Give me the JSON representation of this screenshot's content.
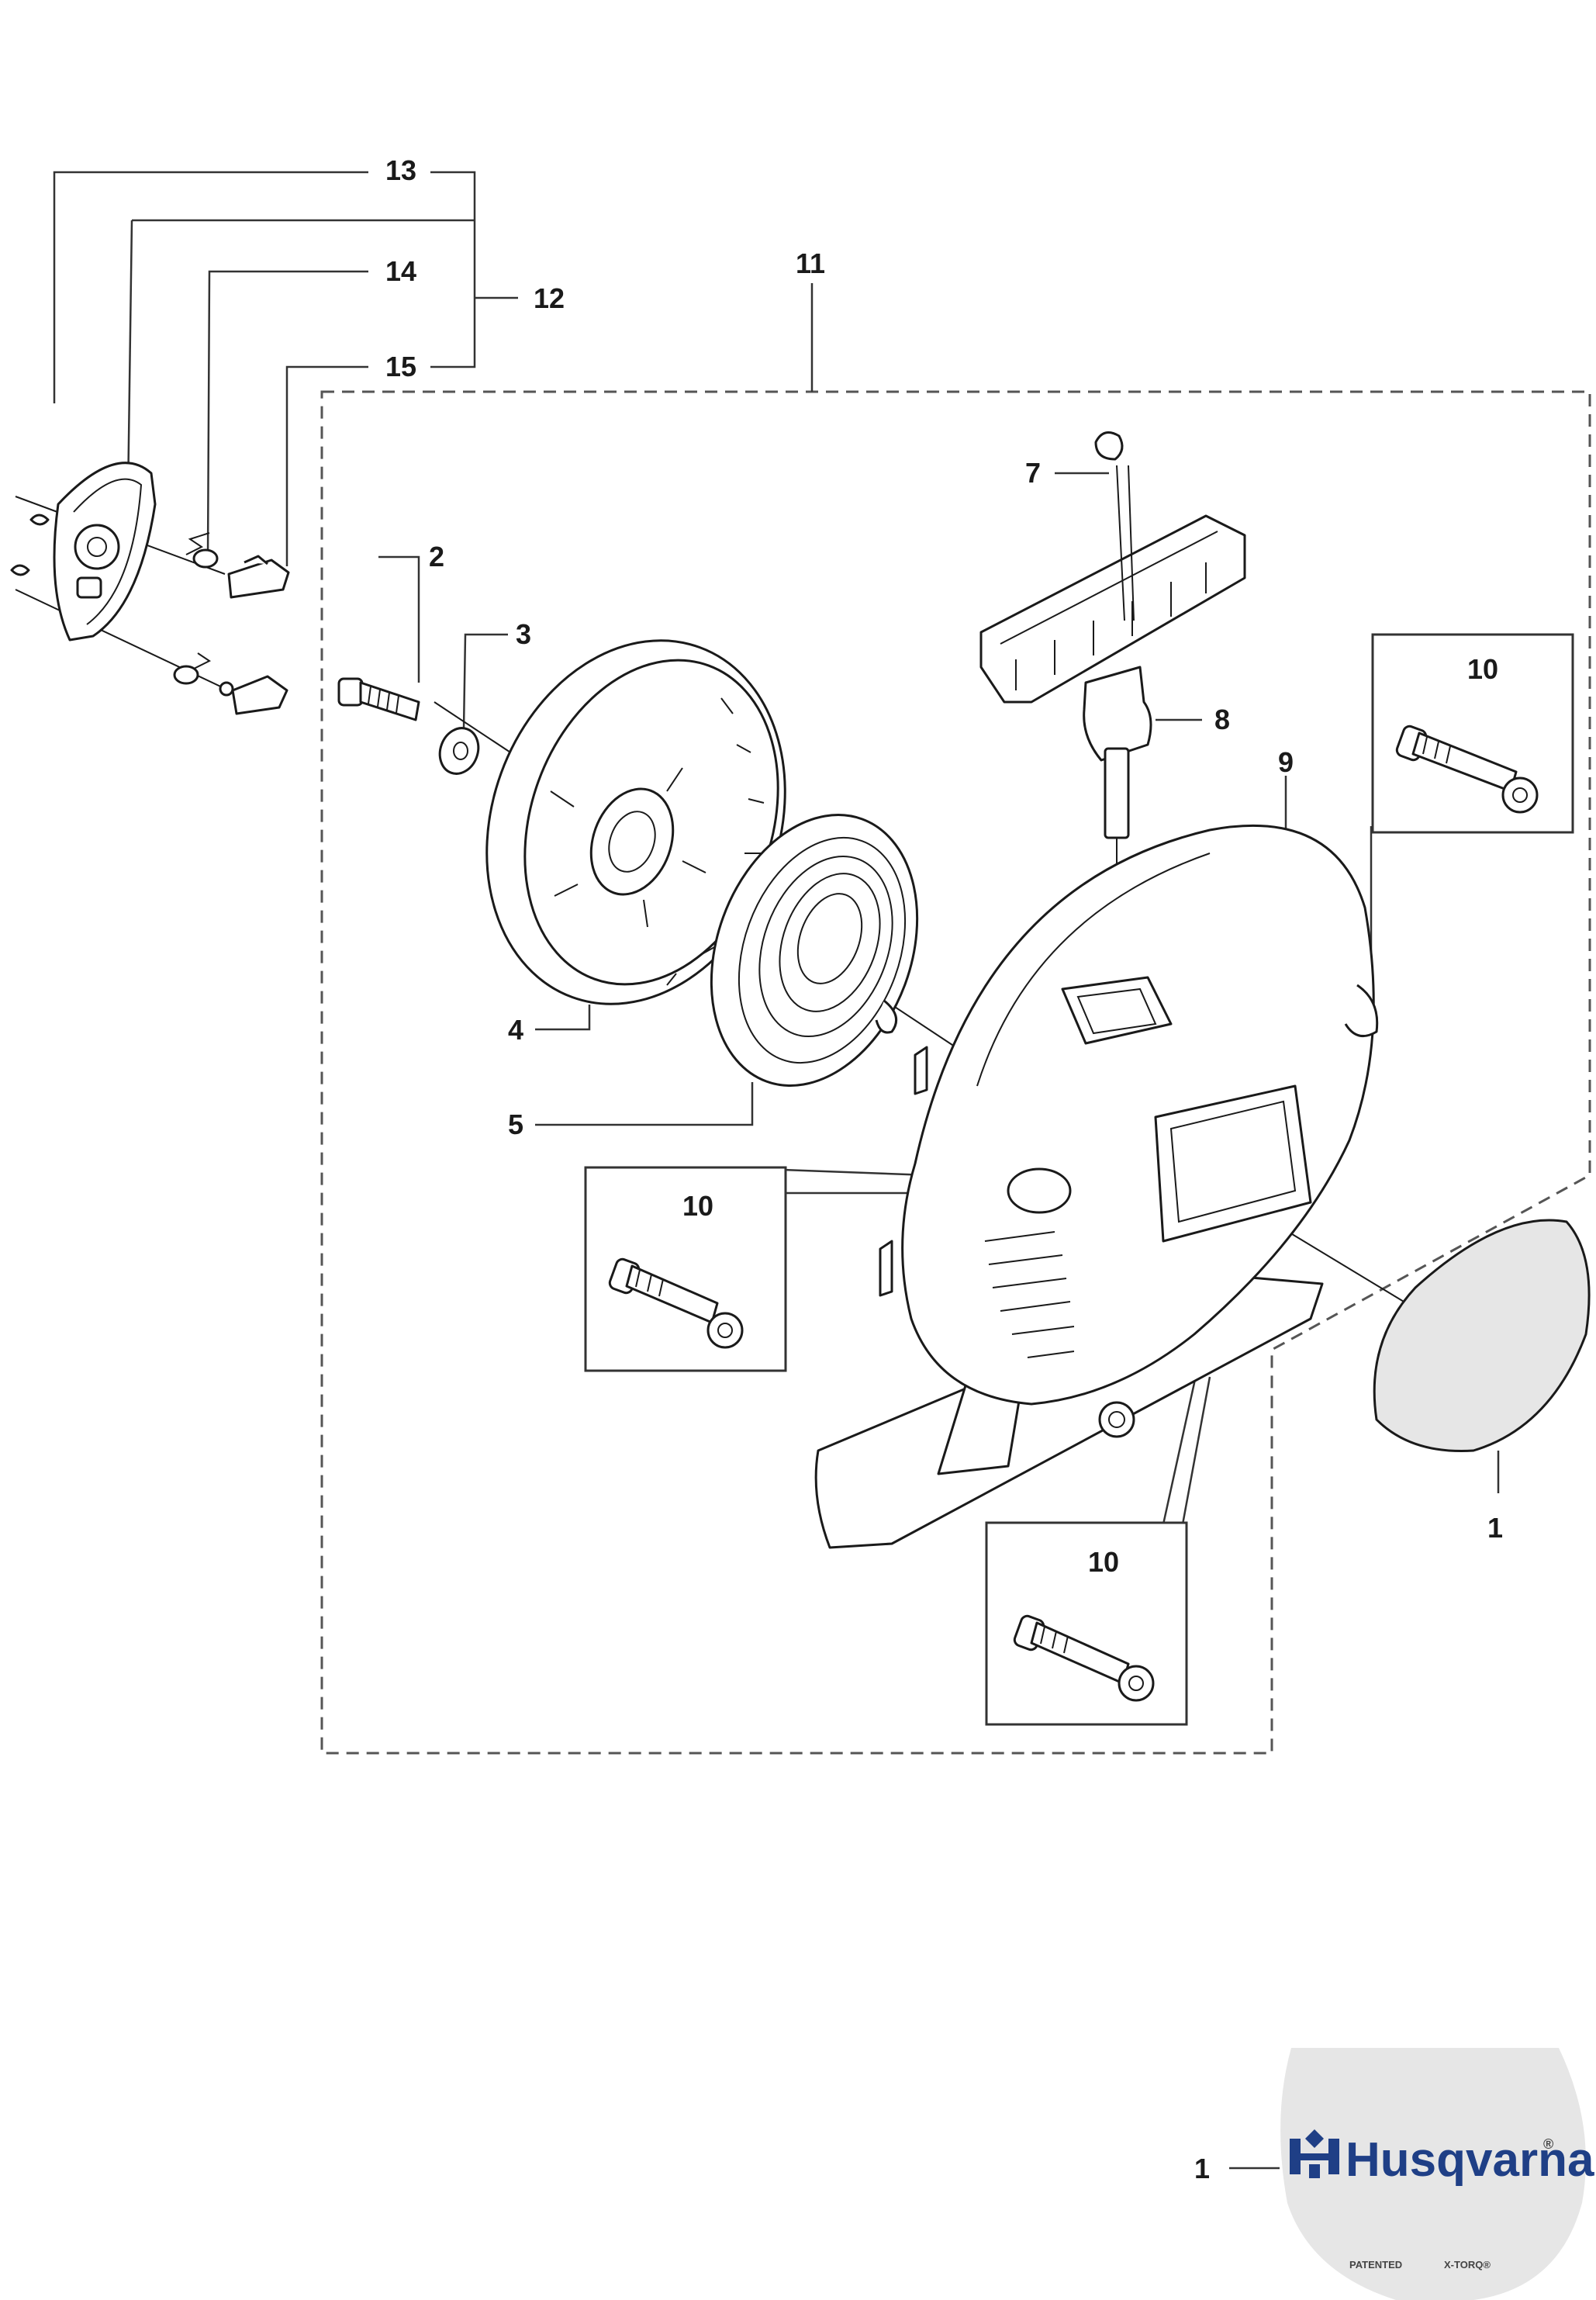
{
  "callouts": {
    "c13": "13",
    "c14": "14",
    "c15": "15",
    "c12": "12",
    "c11": "11",
    "c7": "7",
    "c2": "2",
    "c3": "3",
    "c8": "8",
    "c9": "9",
    "c10a": "10",
    "c10b": "10",
    "c10c": "10",
    "c4": "4",
    "c5": "5",
    "c1a": "1",
    "c1b": "1"
  },
  "decal": {
    "brand": "Husqvarna",
    "trademark": "®",
    "patented": "PATENTED",
    "xtorq": "X-TORQ®"
  },
  "colors": {
    "brand_blue": "#1f3f86",
    "decal_grey": "#e6e6e6"
  }
}
